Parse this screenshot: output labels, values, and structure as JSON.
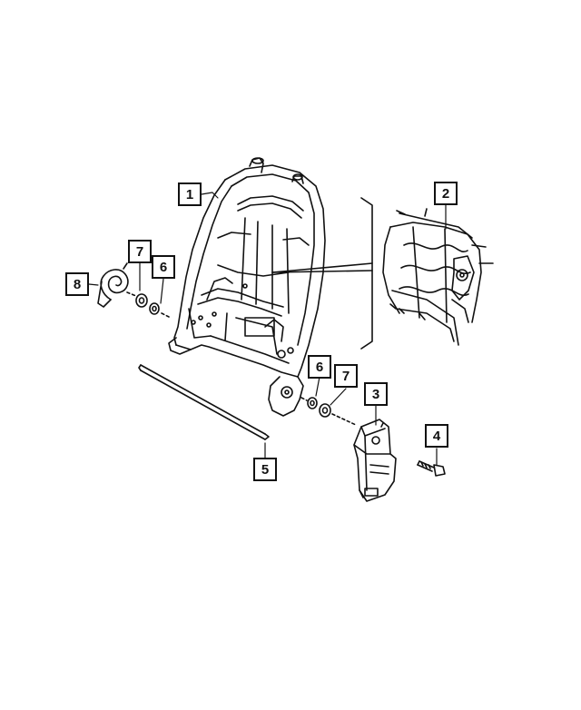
{
  "diagram": {
    "callouts": [
      {
        "id": "c1",
        "label": "1",
        "part": "seat-back-frame"
      },
      {
        "id": "c2",
        "label": "2",
        "part": "wire-suspension-mat"
      },
      {
        "id": "c3",
        "label": "3",
        "part": "recliner-motor"
      },
      {
        "id": "c4",
        "label": "4",
        "part": "screw"
      },
      {
        "id": "c5",
        "label": "5",
        "part": "rod"
      },
      {
        "id": "c6a",
        "label": "6",
        "part": "washer"
      },
      {
        "id": "c6b",
        "label": "6",
        "part": "washer"
      },
      {
        "id": "c7a",
        "label": "7",
        "part": "bushing"
      },
      {
        "id": "c7b",
        "label": "7",
        "part": "bushing"
      },
      {
        "id": "c8",
        "label": "8",
        "part": "spiral-spring"
      }
    ],
    "colors": {
      "line": "#111111",
      "background": "#ffffff"
    }
  }
}
